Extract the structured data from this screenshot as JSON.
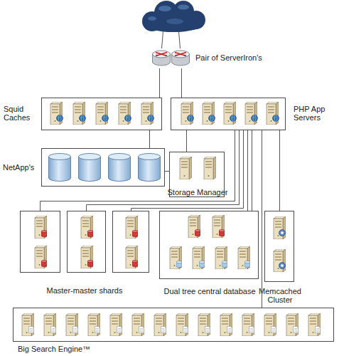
{
  "diagram": {
    "nodes": [
      {
        "text": [
          "Pair of ServerIron's"
        ]
      },
      {
        "text": [
          "Squid Caches"
        ]
      },
      {
        "text": [
          "PHP App Servers"
        ]
      },
      {
        "text": [
          "NetApp's"
        ]
      },
      {
        "text": [
          "Storage Manager"
        ]
      },
      {
        "text": [
          "Master-master shards"
        ]
      },
      {
        "text": [
          "Dual tree central database"
        ]
      },
      {
        "text": [
          "Memcached Cluster"
        ]
      },
      {
        "text": [
          "Big Search Engine™"
        ]
      }
    ],
    "edges": [
      {
        "from": 0,
        "to": 1,
        "arrow": "none"
      },
      {
        "from": 0,
        "to": 2,
        "arrow": "none"
      },
      {
        "from": 1,
        "to": 3,
        "arrow": "none"
      },
      {
        "from": 2,
        "to": 4,
        "arrow": "none"
      },
      {
        "from": 3,
        "to": 4,
        "arrow": "none"
      },
      {
        "from": 2,
        "to": 5,
        "arrow": "none"
      },
      {
        "from": 2,
        "to": 5,
        "arrow": "none"
      },
      {
        "from": 2,
        "to": 5,
        "arrow": "none"
      },
      {
        "from": 2,
        "to": 6,
        "arrow": "none"
      },
      {
        "from": 2,
        "to": 6,
        "arrow": "none"
      },
      {
        "from": 2,
        "to": 7,
        "arrow": "none"
      },
      {
        "from": 2,
        "to": 8,
        "arrow": "none"
      }
    ]
  }
}
